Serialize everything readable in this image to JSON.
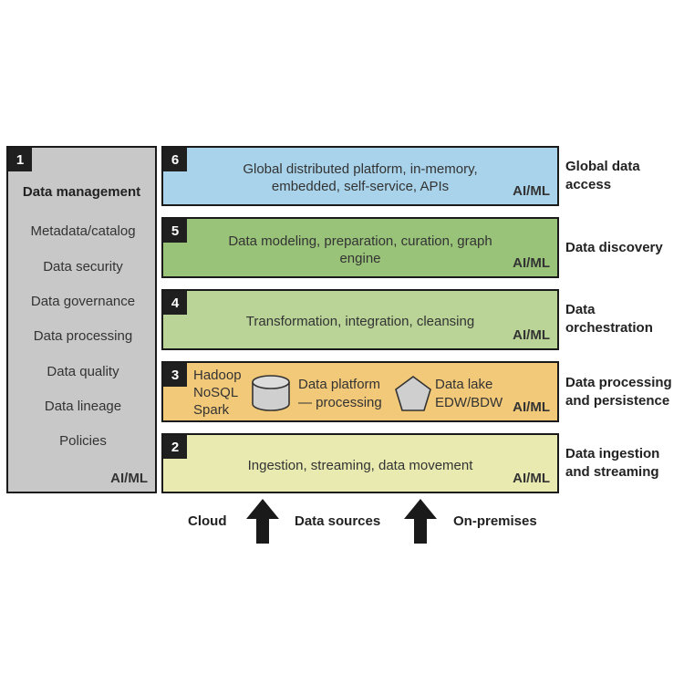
{
  "management": {
    "number": "1",
    "title": "Data management",
    "items": [
      "Metadata/catalog",
      "Data security",
      "Data governance",
      "Data processing",
      "Data quality",
      "Data lineage",
      "Policies"
    ],
    "aiml": "AI/ML"
  },
  "layers": {
    "l6": {
      "number": "6",
      "line1": "Global distributed platform, in-memory,",
      "line2": "embedded, self-service, APIs",
      "aiml": "AI/ML",
      "label1": "Global data",
      "label2": "access"
    },
    "l5": {
      "number": "5",
      "line1": "Data modeling, preparation, curation, graph",
      "line2": "engine",
      "aiml": "AI/ML",
      "label1": "Data discovery"
    },
    "l4": {
      "number": "4",
      "line1": "Transformation, integration, cleansing",
      "aiml": "AI/ML",
      "label1": "Data",
      "label2": "orchestration"
    },
    "l3": {
      "number": "3",
      "tools": [
        "Hadoop",
        "NoSQL",
        "Spark"
      ],
      "platform1": "Data platform",
      "platform2": "— processing",
      "lake1": "Data lake",
      "lake2": "EDW/BDW",
      "aiml": "AI/ML",
      "label1": "Data processing",
      "label2": "and persistence"
    },
    "l2": {
      "number": "2",
      "line1": "Ingestion, streaming, data movement",
      "aiml": "AI/ML",
      "label1": "Data ingestion",
      "label2": "and streaming"
    }
  },
  "bottom": {
    "cloud": "Cloud",
    "sources": "Data sources",
    "onprem": "On-premises"
  },
  "colors": {
    "management": "#c8c8c8",
    "l6": "#a9d3ea",
    "l5": "#9ac37a",
    "l4": "#b9d496",
    "l3": "#f2c979",
    "l2": "#e8eab0",
    "outline": "#1a1a1a"
  }
}
